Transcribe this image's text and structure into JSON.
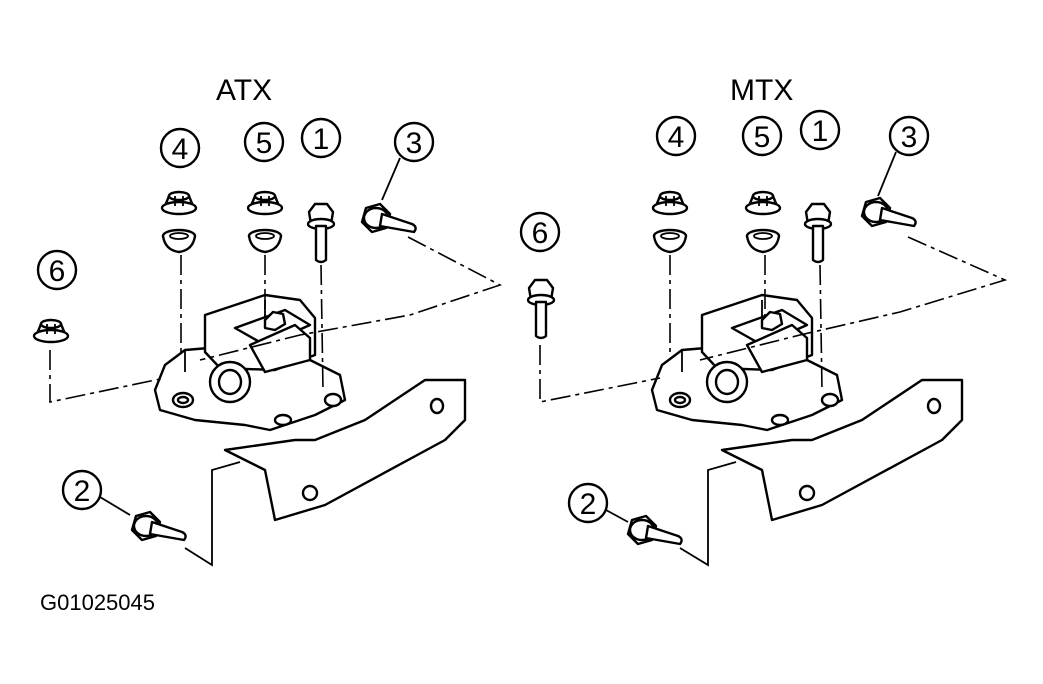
{
  "figure_id": "G01025045",
  "panels": [
    {
      "title": "ATX",
      "callouts": [
        "1",
        "2",
        "3",
        "4",
        "5",
        "6"
      ]
    },
    {
      "title": "MTX",
      "callouts": [
        "1",
        "2",
        "3",
        "4",
        "5",
        "6"
      ]
    }
  ],
  "colors": {
    "ink": "#000000",
    "paper": "#ffffff"
  }
}
